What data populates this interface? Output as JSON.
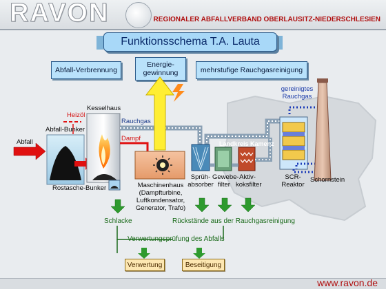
{
  "header": {
    "logo": "RAVON",
    "subtitle": "REGIONALER ABFALLVERBAND OBERLAUSITZ-NIEDERSCHLESIEN"
  },
  "title": "Funktionsschema T.A. Lauta",
  "categories": {
    "combustion": "Abfall-Verbrennung",
    "energy": "Energie-gewinnung",
    "flue_gas": "mehrstufige Rauchgasreinigung"
  },
  "labels": {
    "heizoel": "Heizöl",
    "kesselhaus": "Kesselhaus",
    "abfall_bunker": "Abfall-Bunker",
    "abfall": "Abfall",
    "rauchgas": "Rauchgas",
    "dampf": "Dampf",
    "rostasche_bunker": "Rostasche-Bunker",
    "maschinenhaus": "Maschinenhaus (Dampfturbine, Luftkondensator, Generator, Trafo)",
    "spruehabsorber": "Sprüh-absorber",
    "gewebefilter": "Gewebe-filter",
    "aktivkoksfilter": "Aktiv-koksfilter",
    "scr_reaktor": "SCR-Reaktor",
    "schornstein": "Schornstein",
    "gereinigtes_rauchgas": "gereinigtes Rauchgas",
    "landkreis": "Landkreis Kamenz"
  },
  "residues": {
    "schlacke": "Schlacke",
    "rueckstaende": "Rückstände aus der Rauchgasreinigung",
    "verwertungspruefung": "Verwertungsprüfung des Abfalls"
  },
  "outputs": {
    "verwertung": "Verwertung",
    "beseitigung": "Beseitigung"
  },
  "footer": {
    "url": "www.ravon.de"
  },
  "colors": {
    "title_bg": "#a8d8f8",
    "accent_red": "#d41010",
    "green": "#1a6a1a",
    "energy_yellow": "#ffee33"
  }
}
